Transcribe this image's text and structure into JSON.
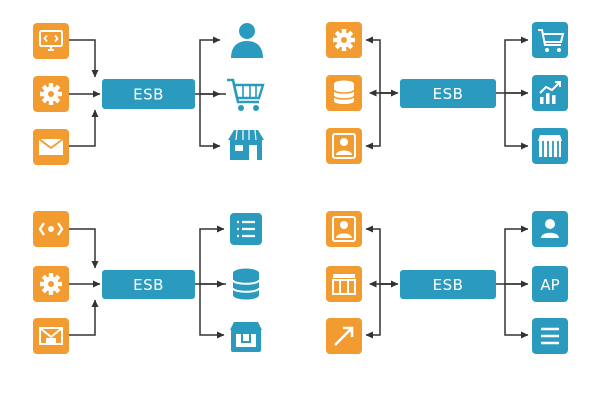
{
  "colors": {
    "orange": "#F29B30",
    "teal": "#2A9BBE",
    "line": "#333333",
    "white": "#ffffff"
  },
  "diagrams": [
    {
      "id": "top-left",
      "esb_label": "ESB",
      "source_icons": [
        "code-icon",
        "gear-icon",
        "mail-icon"
      ],
      "target_icons": [
        "user-icon",
        "cart-icon",
        "store-icon"
      ]
    },
    {
      "id": "top-right",
      "esb_label": "ESB",
      "source_icons": [
        "gear-icon",
        "database-icon",
        "user-icon"
      ],
      "target_icons": [
        "cart-icon",
        "chart-icon",
        "store-icon"
      ]
    },
    {
      "id": "bottom-left",
      "esb_label": "ESB",
      "source_icons": [
        "code-icon",
        "gear-icon",
        "mail-icon"
      ],
      "target_icons": [
        "list-icon",
        "database-icon",
        "store-icon"
      ]
    },
    {
      "id": "bottom-right",
      "esb_label": "ESB",
      "source_icons": [
        "user-icon",
        "table-icon",
        "chart-icon"
      ],
      "target_icons": [
        "user-icon",
        "api-icon",
        "menu-icon"
      ],
      "target_texts": {
        "api-icon": "AP"
      }
    }
  ]
}
